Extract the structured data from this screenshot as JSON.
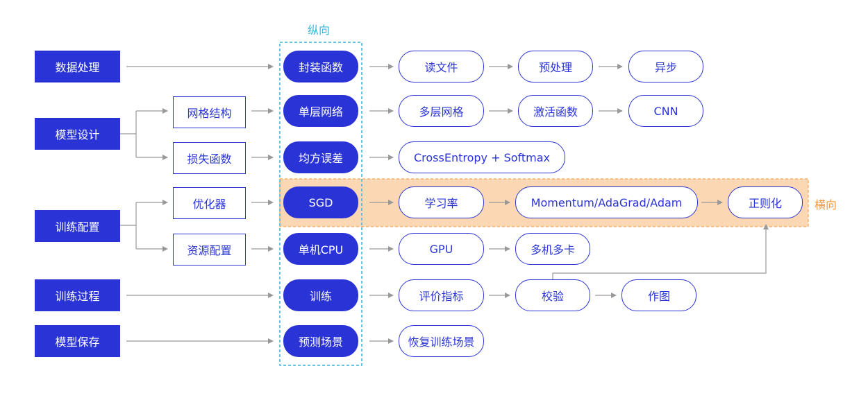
{
  "labels": {
    "vertical": "纵向",
    "horizontal": "横向"
  },
  "colors": {
    "primary": "#2a34d6",
    "vertical_frame": "#3ab4d8",
    "horizontal_band": "#fcd7b3",
    "horizontal_text": "#f5943a",
    "arrow": "#999999"
  },
  "categories": [
    "数据处理",
    "模型设计",
    "训练配置",
    "训练过程",
    "模型保存"
  ],
  "sub_items": [
    "网格结构",
    "损失函数",
    "优化器",
    "资源配置"
  ],
  "core_items": [
    "封装函数",
    "单层网络",
    "均方误差",
    "SGD",
    "单机CPU",
    "训练",
    "预测场景"
  ],
  "rows": [
    [
      "读文件",
      "预处理",
      "异步"
    ],
    [
      "多层网格",
      "激活函数",
      "CNN"
    ],
    [
      "CrossEntropy + Softmax"
    ],
    [
      "学习率",
      "Momentum/AdaGrad/Adam",
      "正则化"
    ],
    [
      "GPU",
      "多机多卡"
    ],
    [
      "评价指标",
      "校验",
      "作图"
    ],
    [
      "恢复训练场景"
    ]
  ]
}
